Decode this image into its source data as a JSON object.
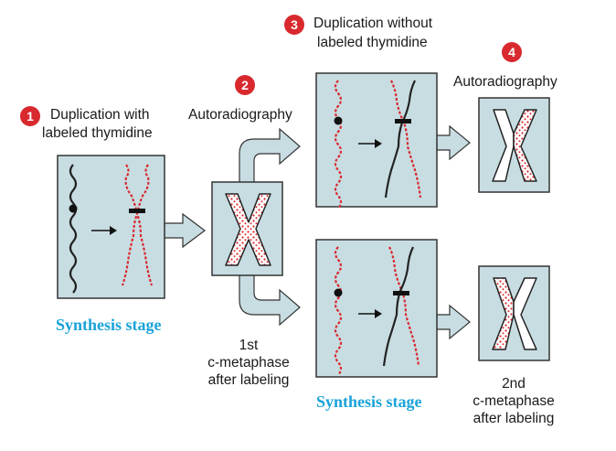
{
  "steps": [
    {
      "number": "1",
      "line1": "Duplication with",
      "line2": "labeled thymidine"
    },
    {
      "number": "2",
      "line1": "Autoradiography"
    },
    {
      "number": "3",
      "line1": "Duplication without",
      "line2": "labeled thymidine"
    },
    {
      "number": "4",
      "line1": "Autoradiography"
    }
  ],
  "captions": {
    "first_metaphase": [
      "1st",
      "c-metaphase",
      "after labeling"
    ],
    "second_metaphase": [
      "2nd",
      "c-metaphase",
      "after labeling"
    ]
  },
  "annotations": {
    "synthesis_left": "Synthesis stage",
    "synthesis_bottom": "Synthesis stage"
  },
  "colors": {
    "panel_fill": "#c8dde2",
    "panel_border": "#333333",
    "arrow_fill": "#c8dde2",
    "labeled_red": "#d8292f",
    "badge_red": "#d8292f",
    "annotation_blue": "#1aa3d9"
  }
}
